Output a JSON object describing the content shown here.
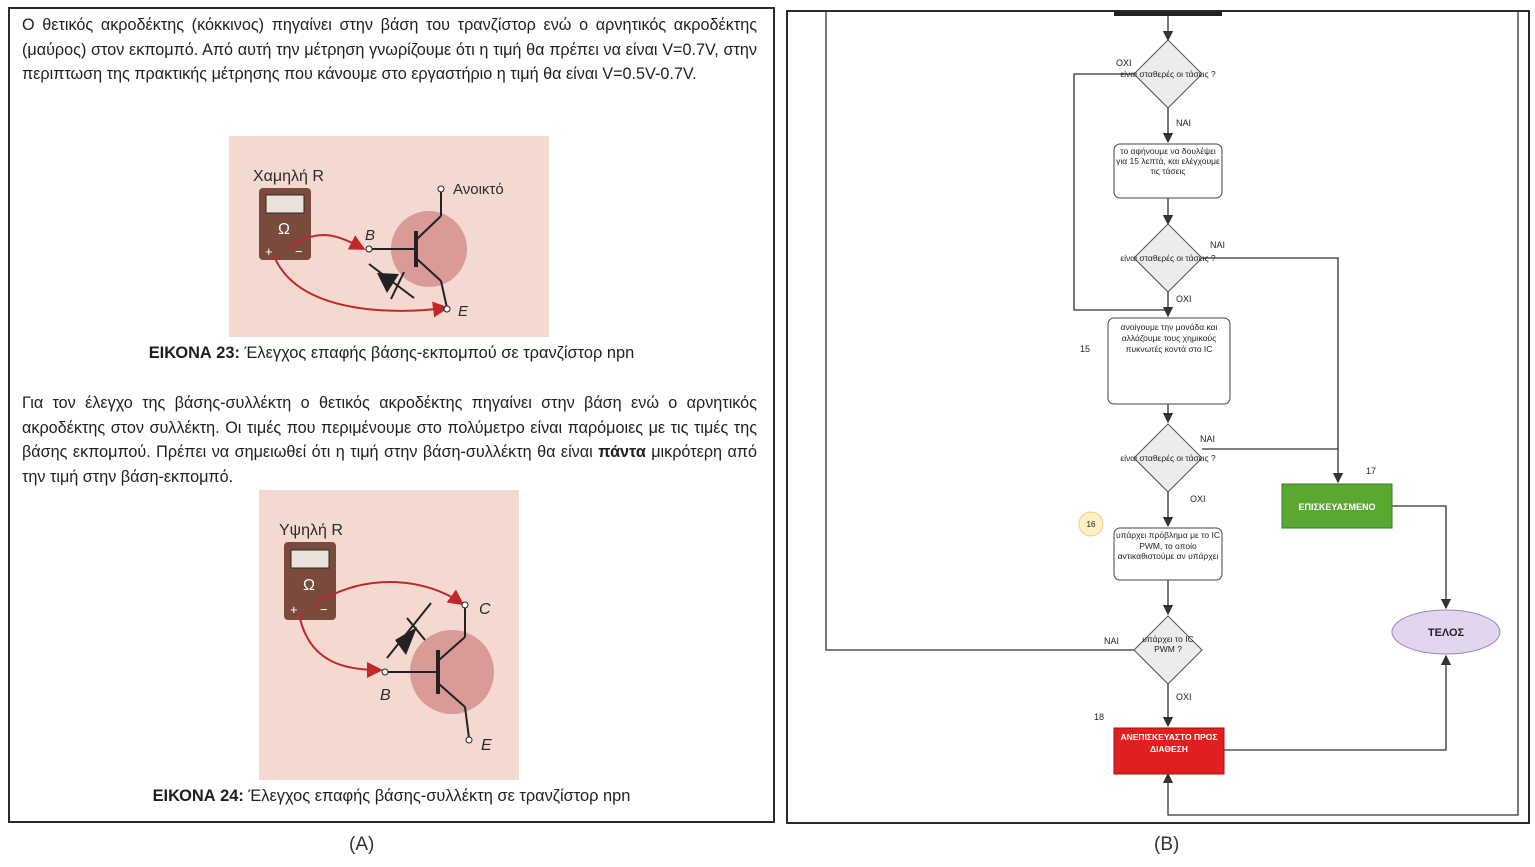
{
  "panel_a": {
    "paragraph1": "Ο θετικός ακροδέκτης (κόκκινος) πηγαίνει στην βάση του τρανζίστορ ενώ ο  αρνητικός ακροδέκτης (μαύρος) στον εκπομπό. Από αυτή την μέτρηση γνωρίζουμε ότι η τιμή θα πρέπει να είναι V=0.7V, στην περιπτωση της πρακτικής μέτρησης που κάνουμε στο εργαστήριο η τιμή θα είναι V=0.5V-0.7V.",
    "figure23": {
      "meter_label": "Χαμηλή R",
      "ohm": "Ω",
      "plus": "+",
      "minus": "−",
      "base": "B",
      "emitter": "E",
      "open": "Ανοικτό",
      "caption_bold": "ΕΙΚΟΝΑ 23:",
      "caption_text": " Έλεγχος επαφής βάσης-εκπομπού σε τρανζίστορ npn"
    },
    "paragraph2_part1": "Για τον έλεγχο της βάσης-συλλέκτη ο θετικός ακροδέκτης πηγαίνει στην βάση ενώ ο αρνητικός ακροδέκτης στον συλλέκτη. Οι τιμές που περιμένουμε στο πολύμετρο είναι παρόμοιες με τις τιμές της βάσης εκπομπού. Πρέπει να σημειωθεί ότι η τιμή στην βάση-συλλέκτη θα είναι ",
    "paragraph2_bold": "πάντα",
    "paragraph2_part2": " μικρότερη από την τιμή στην βάση-εκπομπό.",
    "figure24": {
      "meter_label": "Υψηλή R",
      "ohm": "Ω",
      "plus": "+",
      "minus": "−",
      "base": "B",
      "collector": "C",
      "emitter": "E",
      "caption_bold": "ΕΙΚΟΝΑ 24:",
      "caption_text": " Έλεγχος επαφής βάσης-συλλέκτη σε τρανζίστορ npn"
    },
    "label": "(A)"
  },
  "panel_b": {
    "label": "(B)",
    "flowchart": {
      "d1_text": "είναι σταθερές οι τάσεις ?",
      "d1_no": "ΟΧΙ",
      "d1_yes": "ΝΑΙ",
      "p1_text": "το αφήνουμε να δουλέψει για 15 λεπτά, και ελέγχουμε τις τάσεις",
      "d2_text": "είναι σταθερές οι τάσεις ?",
      "d2_yes": "ΝΑΙ",
      "d2_no": "ΟΧΙ",
      "step15": "15",
      "p2_text": "ανοίγουμε την μονάδα και αλλάζουμε τους χημικούς πυκνωτές κοντά στο IC",
      "d3_text": "είναι σταθερές οι τάσεις ?",
      "d3_yes": "ΝΑΙ",
      "d3_no": "ΟΧΙ",
      "step16": "16",
      "p3_text": "υπάρχει πρόβλημα με το IC PWM, το οποίο αντικαθιστούμε αν υπάρχει",
      "d4_text": "υπάρχει το IC PWM ?",
      "d4_yes": "ΝΑΙ",
      "d4_no": "ΟΧΙ",
      "step17": "17",
      "repaired": "ΕΠΙΣΚΕΥΑΣΜΕΝΟ",
      "step18": "18",
      "unrepairable": "ΑΝΕΠΙΣΚΕΥΑΣΤΟ ΠΡΟΣ ΔΙΑΘΕΣΗ",
      "end": "ΤΕΛΟΣ",
      "colors": {
        "repaired_fill": "#5aa832",
        "unrepairable_fill": "#e02020",
        "end_fill": "#e2d6ef",
        "step16_fill": "#fbefc4",
        "line": "#333333"
      }
    }
  }
}
